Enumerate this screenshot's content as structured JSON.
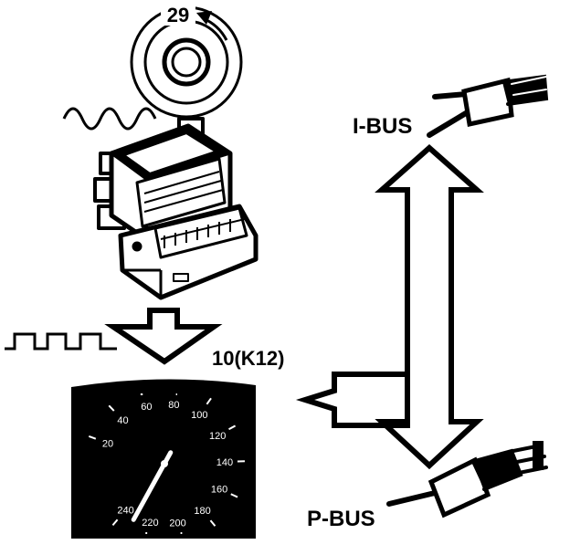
{
  "labels": {
    "sensor_ref": "29",
    "module_ref": "10(K12)",
    "ibus": "I-BUS",
    "pbus": "P-BUS"
  },
  "speedometer": {
    "major_ticks": [
      "20",
      "40",
      "60",
      "80",
      "100",
      "120",
      "140",
      "160",
      "180",
      "200",
      "220",
      "240"
    ],
    "needle_value_kmh": 95
  },
  "colors": {
    "ink": "#000000",
    "paper": "#ffffff"
  }
}
